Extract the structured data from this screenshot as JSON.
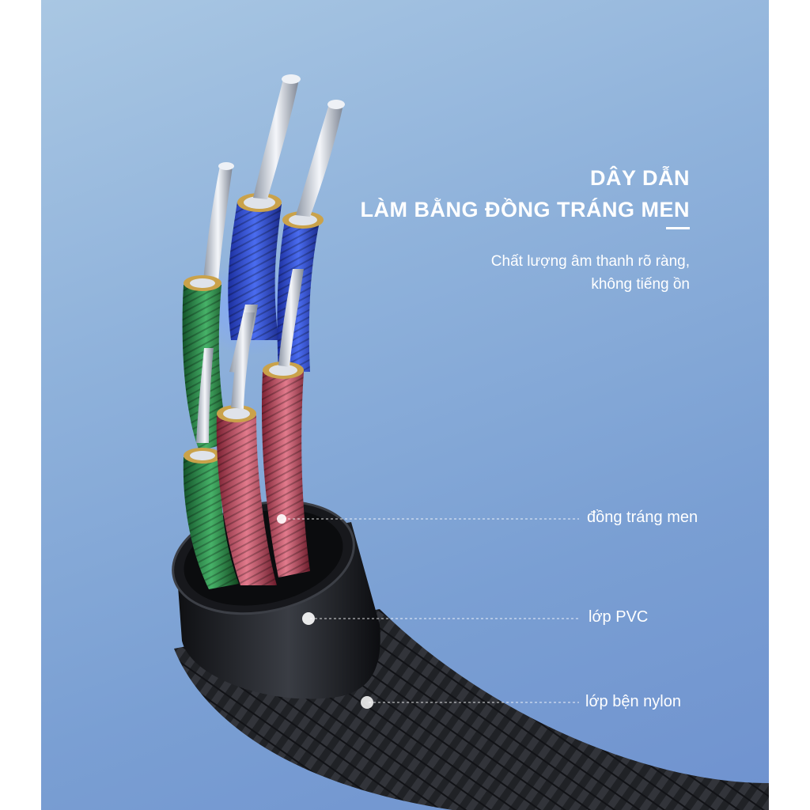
{
  "headline": {
    "line1": "DÂY DẪN",
    "line2": "LÀM BẰNG ĐỒNG TRÁNG MEN"
  },
  "subtext": {
    "line1": "Chất lượng âm thanh rõ ràng,",
    "line2": "không tiếng ồn"
  },
  "callouts": [
    {
      "label": "đồng tráng men"
    },
    {
      "label": "lớp PVC"
    },
    {
      "label": "lớp bện nylon"
    }
  ],
  "colors": {
    "background_light": "#a9c7e3",
    "background_dark": "#6f92cf",
    "text": "#ffffff",
    "wire_blue": "#2f4fd8",
    "wire_green": "#2f8a45",
    "wire_red": "#c4455a",
    "jacket": "#1d1f24"
  }
}
